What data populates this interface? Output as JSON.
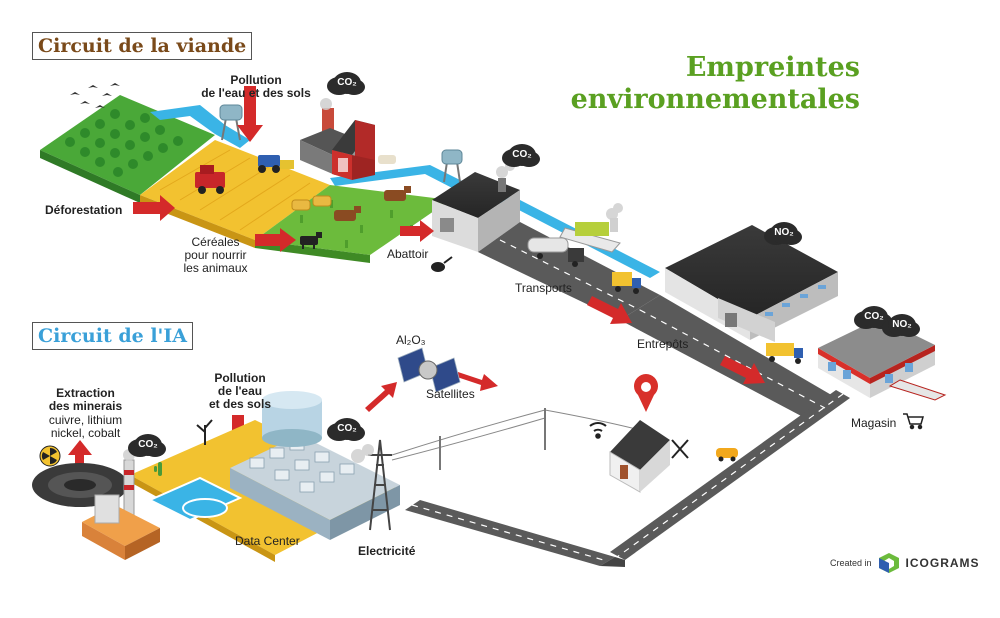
{
  "diagram": {
    "title_line1": "Empreintes",
    "title_line2": "environnementales",
    "meat_circuit": {
      "heading": "Circuit de la viande",
      "pollution_line1": "Pollution",
      "pollution_line2": "de l'eau et des sols",
      "deforestation": "Déforestation",
      "cereals_line1": "Céréales",
      "cereals_line2": "pour nourrir",
      "cereals_line3": "les animaux",
      "abattoir": "Abattoir",
      "transports": "Transports",
      "entrepots": "Entrepôts",
      "magasin": "Magasin",
      "gas_farm": "CO₂",
      "gas_abattoir": "CO₂",
      "gas_warehouse": "NO₂",
      "gas_store_1": "CO₂",
      "gas_store_2": "NO₂"
    },
    "ai_circuit": {
      "heading": "Circuit de l'IA",
      "extraction_line1": "Extraction",
      "extraction_line2": "des minerais",
      "minerals_line1": "cuivre, lithium",
      "minerals_line2": "nickel, cobalt",
      "pollution_line1": "Pollution",
      "pollution_line2": "de l'eau",
      "pollution_line3": "et des sols",
      "satellite_formula": "Al₂O₃",
      "satellites": "Satellites",
      "data_center": "Data Center",
      "electricite": "Electricité",
      "gas_mine": "CO₂",
      "gas_datacenter": "CO₂"
    },
    "credit": {
      "prefix": "Created in",
      "brand": "ICOGRAMS"
    },
    "colors": {
      "title_green": "#5aa021",
      "meat_heading": "#7a4a1a",
      "ai_heading": "#3aa0d8",
      "arrow_red": "#d42a2a",
      "field_green": "#6cbb3c",
      "field_yellow": "#f2c230",
      "road_gray": "#5a5a5a",
      "water_blue": "#3ab4e6"
    }
  }
}
